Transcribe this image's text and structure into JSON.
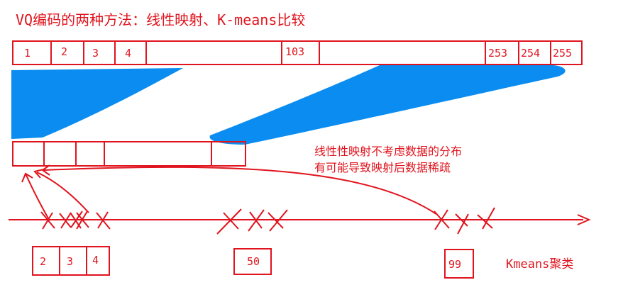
{
  "title": "VQ编码的两种方法：线性映射、K-means比较",
  "top_bar": {
    "cells": [
      "1",
      "2",
      "3",
      "4",
      "103",
      "253",
      "254",
      "255"
    ]
  },
  "note": {
    "line1": "线性性映射不考虑数据的分布",
    "line2": "有可能导致映射后数据稀疏"
  },
  "kmeans": {
    "label": "Kmeans聚类",
    "boxes": [
      "2",
      "3",
      "4",
      "50",
      "99"
    ]
  },
  "colors": {
    "accent": "#e0141e",
    "fill": "#0a8cf0"
  }
}
